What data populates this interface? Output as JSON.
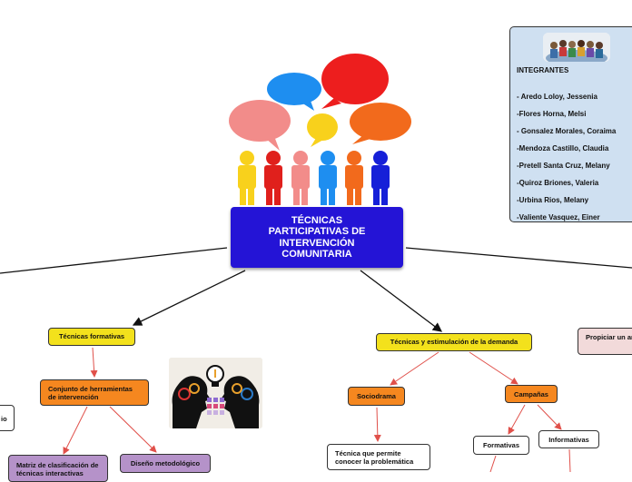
{
  "central": {
    "title": "TÉCNICAS\nPARTICIPATIVAS DE\nINTERVENCIÓN\nCOMUNITARIA"
  },
  "members": {
    "heading": "INTEGRANTES",
    "names": [
      "- Aredo Loloy, Jessenia",
      "-Flores Horna, Melsi",
      "- Gonsalez Morales, Coraima",
      "-Mendoza Castillo, Claudia",
      "-Pretell Santa Cruz, Melany",
      "-Quiroz Briones, Valeria",
      "-Urbina Rios, Melany",
      "-Valiente Vasquez, Einer"
    ]
  },
  "nodes": {
    "tecnicas_formativas": "Técnicas formativas",
    "conjunto_herramientas": "Conjunto de herramientas de intervención",
    "matriz": "Matriz de clasificación de técnicas interactivas",
    "diseno": "Diseño metodológico",
    "left_cut": "io",
    "tecnicas_demanda": "Técnicas y estimulación de la demanda",
    "sociodrama": "Sociodrama",
    "tecnica_permite": "Técnica que permite conocer la problemática",
    "campanas": "Campañas",
    "formativas": "Formativas",
    "informativas": "Informativas",
    "propiciar": "Propiciar un ambiente de confianza"
  },
  "colors": {
    "central_bg": "#2414d6",
    "yellow_node": "#f3e11c",
    "orange_node": "#f5871f",
    "purple_node": "#b592c9",
    "members_bg": "#cfe0f1",
    "red_connector": "#e0504a",
    "black_connector": "#111111"
  }
}
